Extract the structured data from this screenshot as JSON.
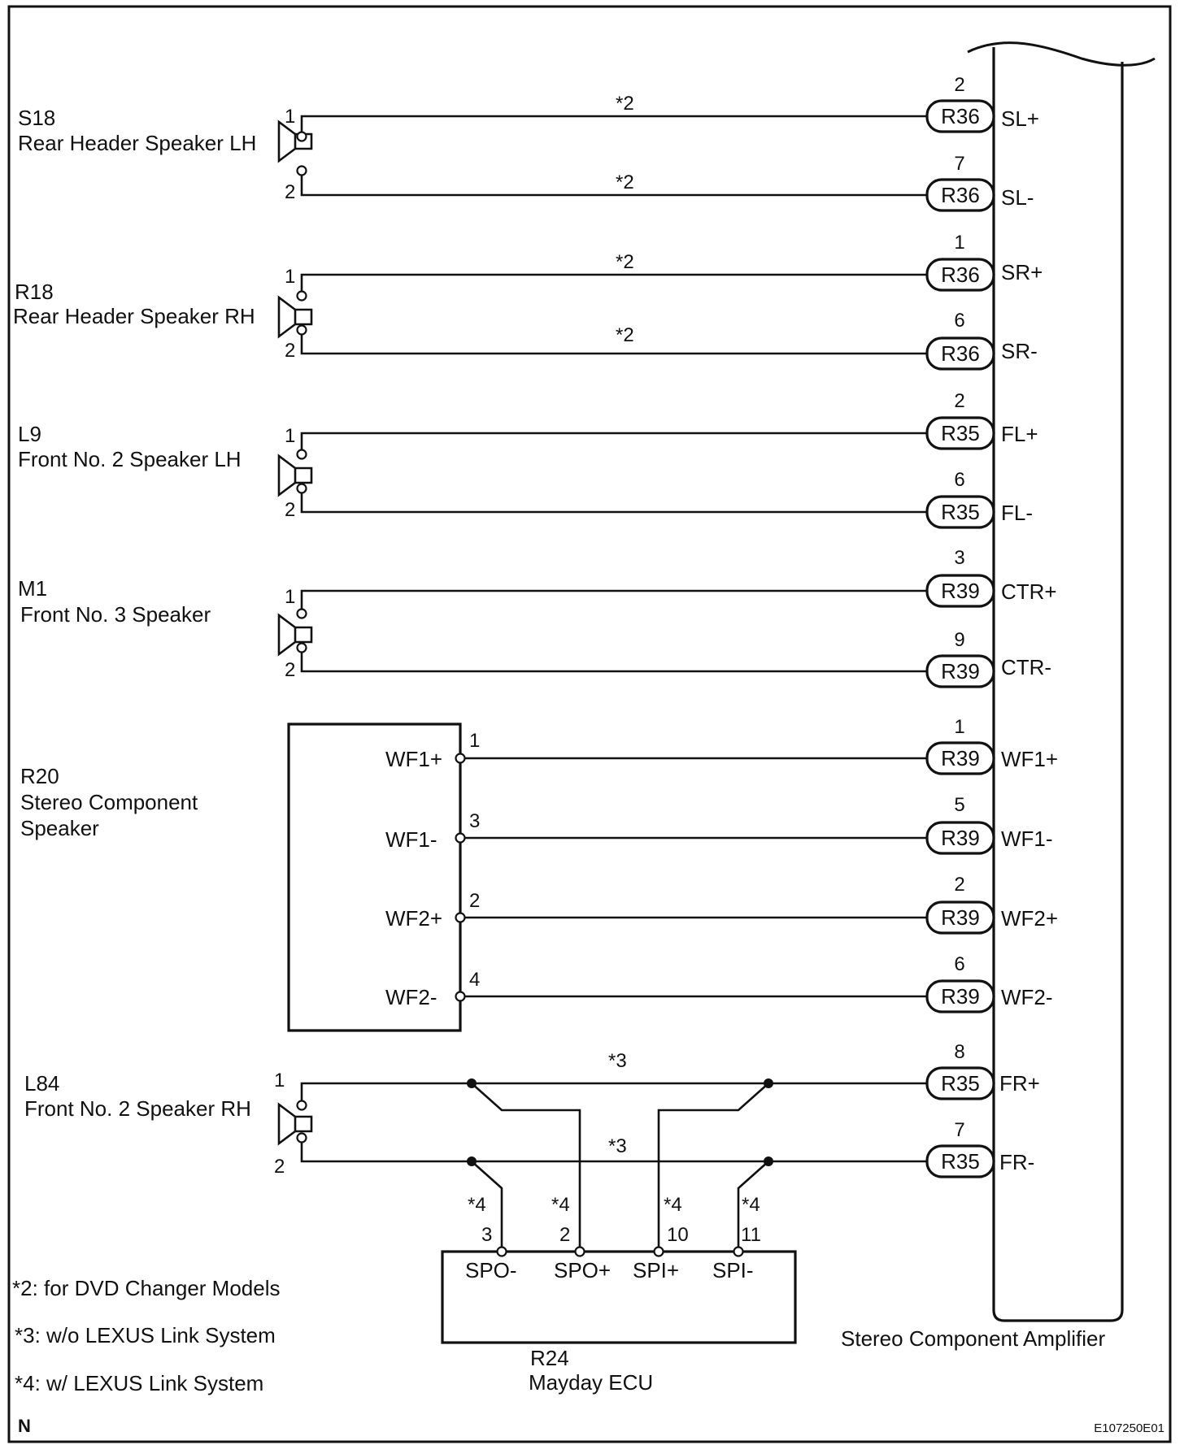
{
  "amplifier": {
    "name": "Stereo Component Amplifier"
  },
  "speakers": [
    {
      "code": "S18",
      "name": "Rear Header Speaker LH",
      "pins": [
        "1",
        "2"
      ],
      "notes": [
        "*2",
        "*2"
      ],
      "conns": [
        {
          "pin": "2",
          "conn": "R36",
          "term": "SL+"
        },
        {
          "pin": "7",
          "conn": "R36",
          "term": "SL-"
        }
      ]
    },
    {
      "code": "R18",
      "name": "Rear Header Speaker RH",
      "pins": [
        "1",
        "2"
      ],
      "notes": [
        "*2",
        "*2"
      ],
      "conns": [
        {
          "pin": "1",
          "conn": "R36",
          "term": "SR+"
        },
        {
          "pin": "6",
          "conn": "R36",
          "term": "SR-"
        }
      ]
    },
    {
      "code": "L9",
      "name": "Front No. 2 Speaker LH",
      "pins": [
        "1",
        "2"
      ],
      "notes": [
        "",
        ""
      ],
      "conns": [
        {
          "pin": "2",
          "conn": "R35",
          "term": "FL+"
        },
        {
          "pin": "6",
          "conn": "R35",
          "term": "FL-"
        }
      ]
    },
    {
      "code": "M1",
      "name": "Front No. 3 Speaker",
      "pins": [
        "1",
        "2"
      ],
      "notes": [
        "",
        ""
      ],
      "conns": [
        {
          "pin": "3",
          "conn": "R39",
          "term": "CTR+"
        },
        {
          "pin": "9",
          "conn": "R39",
          "term": "CTR-"
        }
      ]
    }
  ],
  "component_speaker": {
    "code": "R20",
    "name_line1": "Stereo Component",
    "name_line2": "Speaker",
    "terms": [
      {
        "label": "WF1+",
        "pin": "1",
        "amp_pin": "1",
        "conn": "R39",
        "amp_term": "WF1+"
      },
      {
        "label": "WF1-",
        "pin": "3",
        "amp_pin": "5",
        "conn": "R39",
        "amp_term": "WF1-"
      },
      {
        "label": "WF2+",
        "pin": "2",
        "amp_pin": "2",
        "conn": "R39",
        "amp_term": "WF2+"
      },
      {
        "label": "WF2-",
        "pin": "4",
        "amp_pin": "6",
        "conn": "R39",
        "amp_term": "WF2-"
      }
    ]
  },
  "front_rh": {
    "code": "L84",
    "name": "Front No. 2 Speaker RH",
    "pins": [
      "1",
      "2"
    ],
    "notes": [
      "*3",
      "*3"
    ],
    "conns": [
      {
        "pin": "8",
        "conn": "R35",
        "term": "FR+"
      },
      {
        "pin": "7",
        "conn": "R35",
        "term": "FR-"
      }
    ]
  },
  "mayday": {
    "code": "R24",
    "name": "Mayday ECU",
    "terms": [
      {
        "label": "SPO-",
        "pin": "3",
        "note": "*4"
      },
      {
        "label": "SPO+",
        "pin": "2",
        "note": "*4"
      },
      {
        "label": "SPI+",
        "pin": "10",
        "note": "*4"
      },
      {
        "label": "SPI-",
        "pin": "11",
        "note": "*4"
      }
    ]
  },
  "legend": [
    "*2: for DVD Changer Models",
    "*3: w/o LEXUS Link System",
    "*4: w/ LEXUS Link System"
  ],
  "corner_left": "N",
  "figure_code": "E107250E01"
}
